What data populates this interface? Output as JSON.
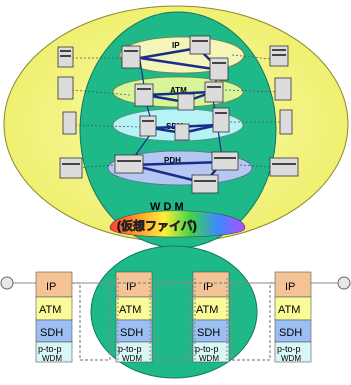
{
  "layers": {
    "ip": "IP",
    "atm": "ATM",
    "sdh": "SDH",
    "pdh": "PDH"
  },
  "wdm": {
    "title": "W D M",
    "subtitle": "(仮想ファイバ)"
  },
  "stacks": [
    {
      "ip": "IP",
      "atm": "ATM",
      "sdh": "SDH",
      "ptp": "p-to-p",
      "wdm": "WDM"
    },
    {
      "ip": "IP",
      "atm": "ATM",
      "sdh": "SDH",
      "ptp": "p-to-p",
      "wdm": "WDM"
    },
    {
      "ip": "IP",
      "atm": "ATM",
      "sdh": "SDH",
      "ptp": "p-to-p",
      "wdm": "WDM"
    },
    {
      "ip": "IP",
      "atm": "ATM",
      "sdh": "SDH",
      "ptp": "p-to-p",
      "wdm": "WDM"
    }
  ],
  "colors": {
    "outer_ellipse": "#f4f47c",
    "inner_ellipse": "#1fb889",
    "ip_layer": "#f4f5b8",
    "atm_layer": "#d9f59a",
    "sdh_layer": "#b7f2f5",
    "pdh_layer": "#b6c8f2",
    "stack_ip": "#f5c496",
    "stack_atm": "#fbfb9a",
    "stack_sdh": "#9bbff2",
    "stack_ptp": "#d8f6f6"
  }
}
